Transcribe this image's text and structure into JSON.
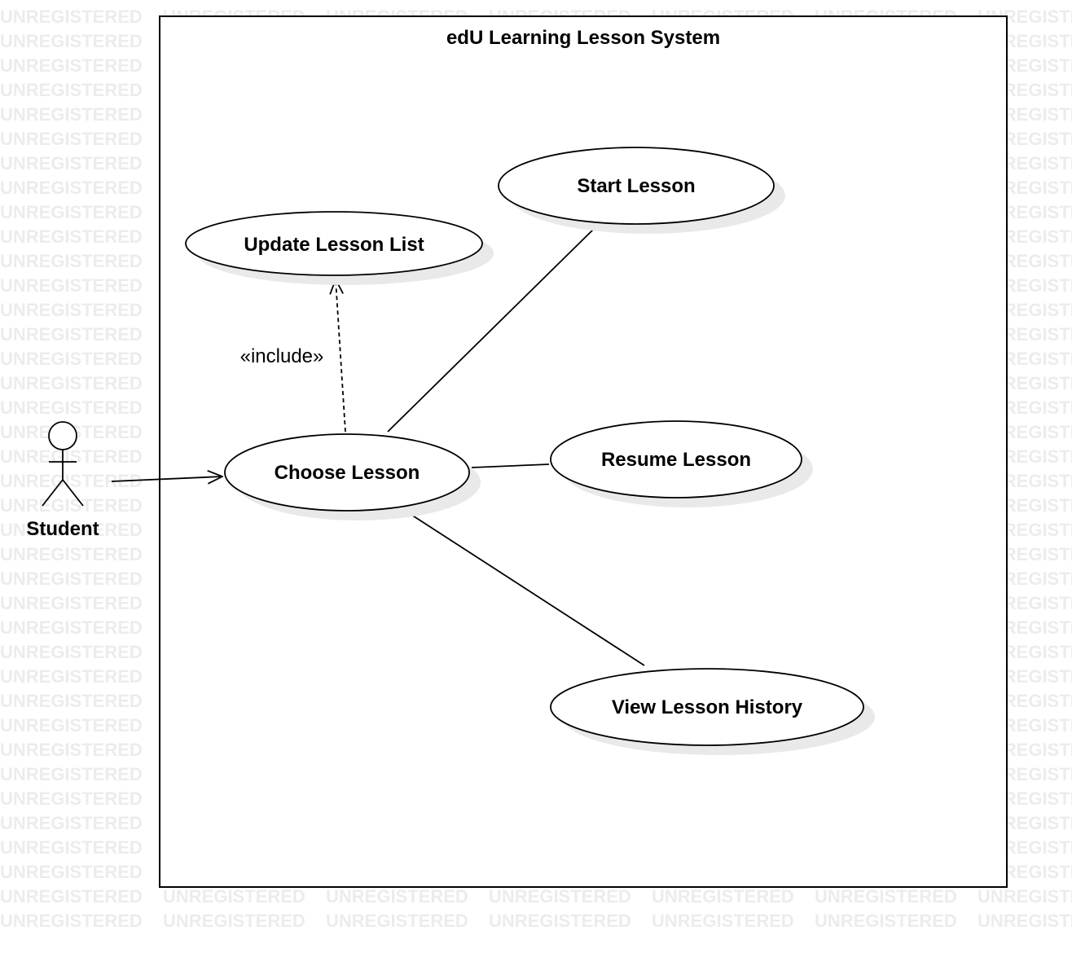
{
  "watermark": {
    "text": "UNREGISTERED",
    "color": "#ececec"
  },
  "system": {
    "title": "edU Learning Lesson System"
  },
  "actor": {
    "name": "Student"
  },
  "use_cases": {
    "start_lesson": "Start Lesson",
    "update_lesson_list": "Update Lesson List",
    "choose_lesson": "Choose Lesson",
    "resume_lesson": "Resume Lesson",
    "view_lesson_history": "View Lesson History"
  },
  "relationships": {
    "include_label": "«include»"
  },
  "colors": {
    "line": "#000000",
    "shadow": "#e9e9e9",
    "fill": "#ffffff"
  }
}
